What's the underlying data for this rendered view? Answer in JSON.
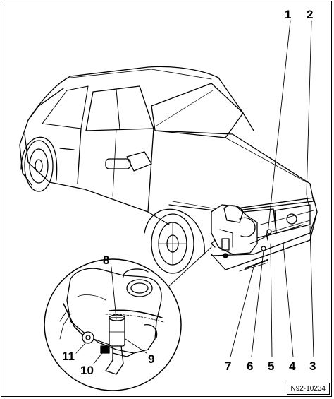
{
  "figure": {
    "code": "N92-10234"
  },
  "callouts": {
    "c1": "1",
    "c2": "2",
    "c3": "3",
    "c4": "4",
    "c5": "5",
    "c6": "6",
    "c7": "7",
    "c8": "8",
    "c9": "9",
    "c10": "10",
    "c11": "11"
  }
}
